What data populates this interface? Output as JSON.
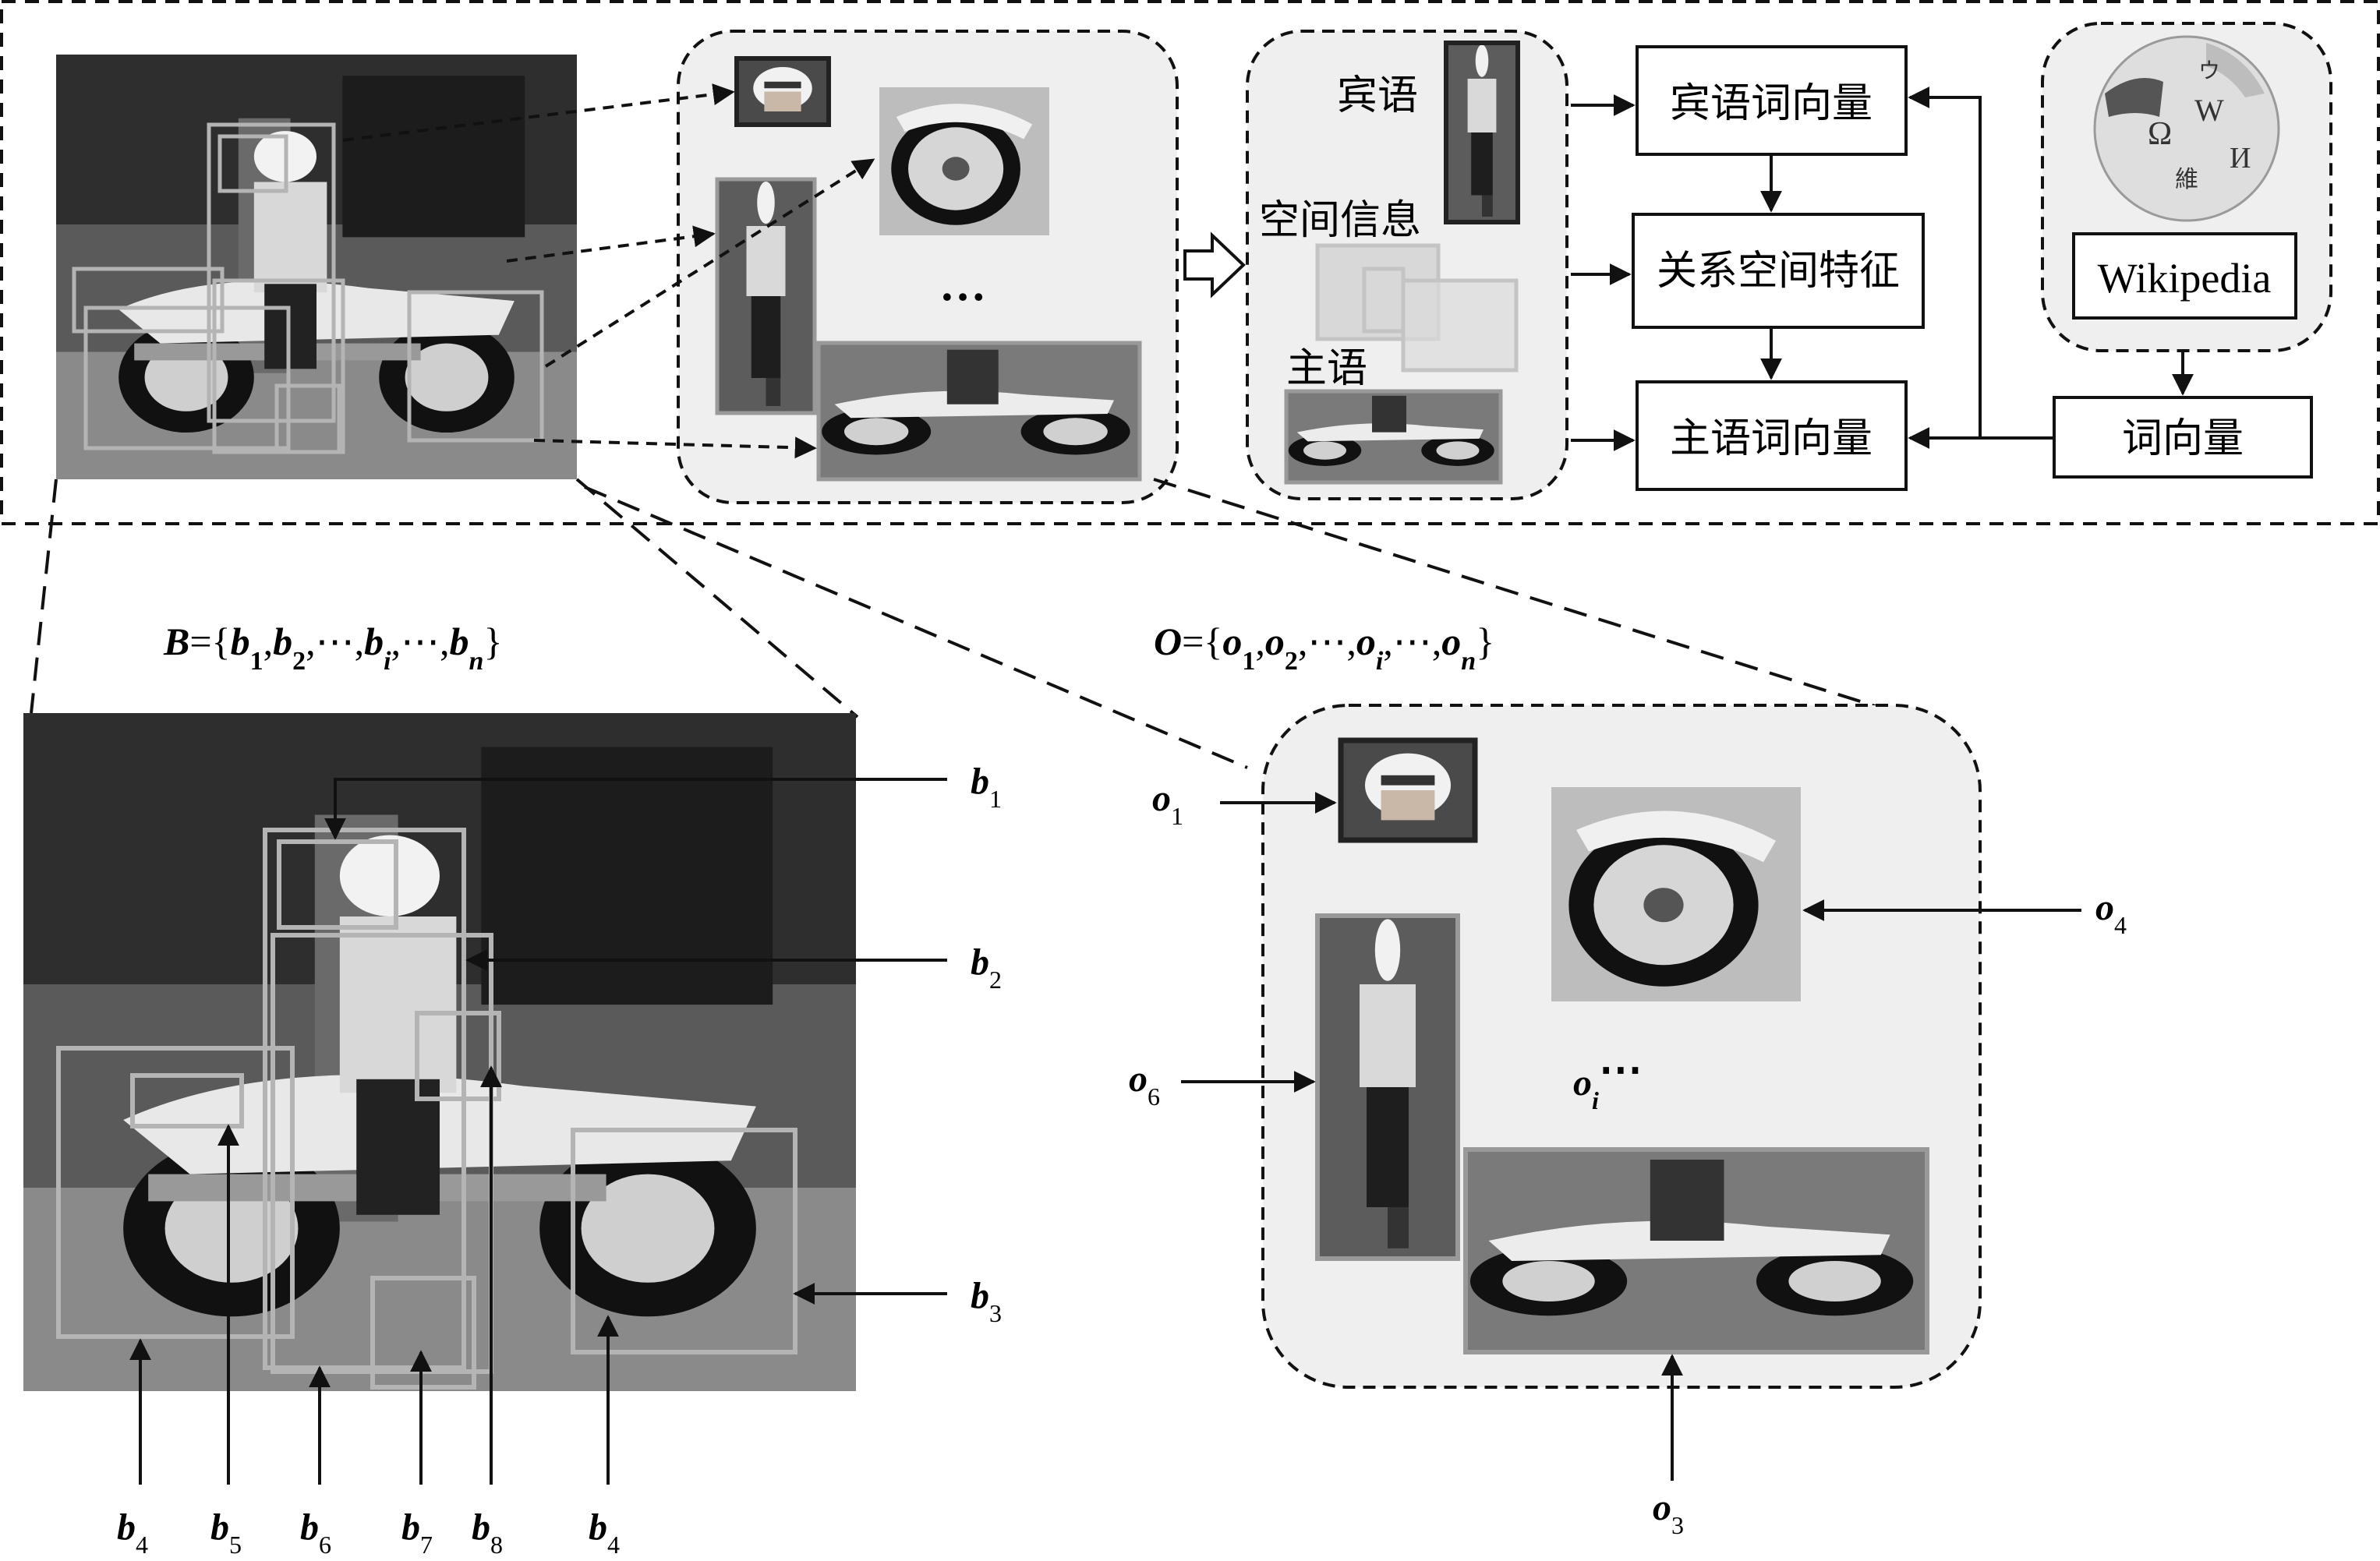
{
  "pipeline": {
    "object_label": "宾语",
    "spatial_label": "空间信息",
    "subject_label": "主语",
    "ellipsis": "…",
    "obj_vec_box": "宾语词向量",
    "rel_feat_box": "关系空间特征",
    "subj_vec_box": "主语词向量",
    "wikipedia_label": "Wikipedia",
    "word_vec_box": "词向量",
    "globe_glyphs": [
      "Ω",
      "W",
      "И",
      "維",
      "ウ"
    ]
  },
  "bottom_left": {
    "set_B": "B={b1,b2,⋯,bi,⋯,bn}",
    "labels": [
      {
        "id": "b1",
        "letter": "b",
        "sub": "1"
      },
      {
        "id": "b2",
        "letter": "b",
        "sub": "2"
      },
      {
        "id": "b3",
        "letter": "b",
        "sub": "3"
      },
      {
        "id": "b4a",
        "letter": "b",
        "sub": "4"
      },
      {
        "id": "b5",
        "letter": "b",
        "sub": "5"
      },
      {
        "id": "b6",
        "letter": "b",
        "sub": "6"
      },
      {
        "id": "b7",
        "letter": "b",
        "sub": "7"
      },
      {
        "id": "b8",
        "letter": "b",
        "sub": "8"
      },
      {
        "id": "b4b",
        "letter": "b",
        "sub": "4"
      }
    ]
  },
  "bottom_right": {
    "set_O": "O={o1,o2,⋯,oi,⋯,on}",
    "labels": [
      {
        "id": "o1",
        "letter": "o",
        "sub": "1"
      },
      {
        "id": "o4",
        "letter": "o",
        "sub": "4"
      },
      {
        "id": "o6",
        "letter": "o",
        "sub": "6"
      },
      {
        "id": "oi",
        "letter": "o",
        "sub": "i",
        "suffix": "⋯"
      },
      {
        "id": "o3",
        "letter": "o",
        "sub": "3"
      }
    ]
  },
  "colors": {
    "panel_fill": "#efefef",
    "line": "#111111",
    "photo_dark": "#3a3a3a",
    "photo_mid": "#7a7a7a",
    "bbox_gray": "#b4b4b4"
  }
}
